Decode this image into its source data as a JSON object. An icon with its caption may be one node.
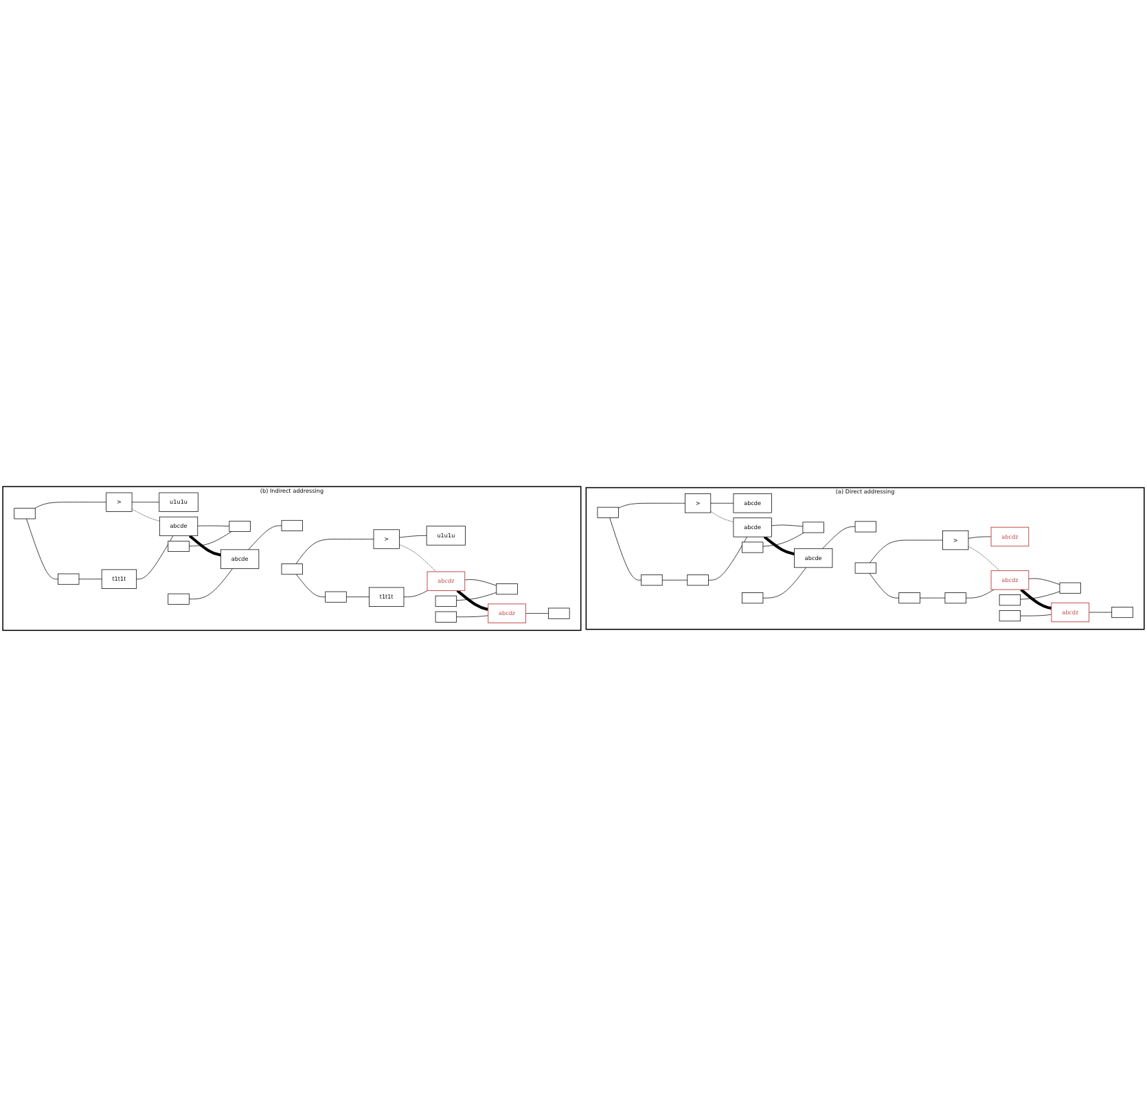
{
  "diagram": {
    "nodes": [
      {
        "text": [
          "(a) Direct addressing"
        ]
      },
      {
        "text": [],
        "shape": "box",
        "in": 0
      },
      {
        "text": [
          ">"
        ],
        "in": 0
      },
      {
        "text": [
          "abcde"
        ],
        "in": 0
      },
      {
        "text": [],
        "shape": "box",
        "in": 0
      },
      {
        "text": [],
        "shape": "box",
        "in": 0
      },
      {
        "text": [],
        "shape": "box",
        "in": 0
      },
      {
        "text": [
          "abcde"
        ],
        "in": 0
      },
      {
        "text": [],
        "shape": "box",
        "in": 0
      },
      {
        "text": [],
        "shape": "box",
        "in": 0
      },
      {
        "text": [
          "abcde"
        ],
        "in": 0
      },
      {
        "text": [],
        "shape": "box",
        "in": 0
      },
      {
        "text": [],
        "shape": "box",
        "in": 0
      },
      {
        "text": [
          ">"
        ],
        "in": 0
      },
      {
        "text": [
          "abcdz"
        ],
        "in": 0
      },
      {
        "text": [],
        "shape": "box",
        "in": 0
      },
      {
        "text": [],
        "shape": "box",
        "in": 0
      },
      {
        "text": [],
        "shape": "box",
        "in": 0
      },
      {
        "text": [
          "abcdz"
        ],
        "in": 0
      },
      {
        "text": [],
        "shape": "box",
        "in": 0
      },
      {
        "text": [],
        "shape": "box",
        "in": 0
      },
      {
        "text": [
          "abcdz"
        ],
        "in": 0
      },
      {
        "text": [],
        "shape": "box",
        "in": 0
      },
      {
        "text": [
          "(b) Indirect addressing"
        ]
      },
      {
        "text": [],
        "shape": "box",
        "in": 23
      },
      {
        "text": [
          ">"
        ],
        "in": 23
      },
      {
        "text": [
          "u1u1u"
        ],
        "in": 23
      },
      {
        "text": [],
        "shape": "box",
        "in": 23
      },
      {
        "text": [],
        "shape": "box",
        "in": 23
      },
      {
        "text": [
          "t1t1t"
        ],
        "in": 23
      },
      {
        "text": [
          "abcde"
        ],
        "in": 23
      },
      {
        "text": [],
        "shape": "box",
        "in": 23
      },
      {
        "text": [],
        "shape": "box",
        "in": 23
      },
      {
        "text": [
          "abcde"
        ],
        "in": 23
      },
      {
        "text": [],
        "shape": "box",
        "in": 23
      },
      {
        "text": [],
        "shape": "box",
        "in": 23
      },
      {
        "text": [
          ">"
        ],
        "in": 23
      },
      {
        "text": [
          "u1u1u"
        ],
        "in": 23
      },
      {
        "text": [],
        "shape": "box",
        "in": 23
      },
      {
        "text": [],
        "shape": "box",
        "in": 23
      },
      {
        "text": [
          "t1t1t"
        ],
        "in": 23
      },
      {
        "text": [
          "abcdz"
        ],
        "in": 23
      },
      {
        "text": [],
        "shape": "box",
        "in": 23
      },
      {
        "text": [],
        "shape": "box",
        "in": 23
      },
      {
        "text": [
          "abcdz"
        ],
        "in": 23
      },
      {
        "text": [],
        "shape": "box",
        "in": 23
      }
    ],
    "edges": [
      {
        "from": 1,
        "to": 2,
        "arrow": "none"
      },
      {
        "from": 2,
        "to": 3,
        "arrow": "none"
      },
      {
        "from": 1,
        "to": 4,
        "arrow": "none"
      },
      {
        "from": 4,
        "to": 6,
        "arrow": "none"
      },
      {
        "from": 2,
        "to": 7,
        "arrow": "none",
        "style": "dashed"
      },
      {
        "from": 6,
        "to": 7,
        "arrow": "none"
      },
      {
        "from": 7,
        "to": 8,
        "arrow": "none"
      },
      {
        "from": 5,
        "to": 8,
        "arrow": "none"
      },
      {
        "from": 7,
        "to": 10,
        "arrow": "none",
        "style": "thick"
      },
      {
        "from": 9,
        "to": 10,
        "arrow": "none"
      },
      {
        "from": 10,
        "to": 11,
        "arrow": "none"
      },
      {
        "from": 12,
        "to": 13,
        "arrow": "none"
      },
      {
        "from": 13,
        "to": 14,
        "arrow": "none"
      },
      {
        "from": 12,
        "to": 15,
        "arrow": "none"
      },
      {
        "from": 15,
        "to": 17,
        "arrow": "none"
      },
      {
        "from": 13,
        "to": 18,
        "arrow": "none",
        "style": "dashed"
      },
      {
        "from": 17,
        "to": 18,
        "arrow": "none"
      },
      {
        "from": 18,
        "to": 19,
        "arrow": "none"
      },
      {
        "from": 16,
        "to": 19,
        "arrow": "none"
      },
      {
        "from": 18,
        "to": 21,
        "arrow": "none",
        "style": "thick"
      },
      {
        "from": 20,
        "to": 21,
        "arrow": "none"
      },
      {
        "from": 21,
        "to": 22,
        "arrow": "none"
      },
      {
        "from": 24,
        "to": 25,
        "arrow": "none"
      },
      {
        "from": 25,
        "to": 26,
        "arrow": "none"
      },
      {
        "from": 24,
        "to": 27,
        "arrow": "none"
      },
      {
        "from": 27,
        "to": 29,
        "arrow": "none"
      },
      {
        "from": 25,
        "to": 30,
        "arrow": "none",
        "style": "dashed"
      },
      {
        "from": 29,
        "to": 30,
        "arrow": "none"
      },
      {
        "from": 30,
        "to": 31,
        "arrow": "none"
      },
      {
        "from": 28,
        "to": 31,
        "arrow": "none"
      },
      {
        "from": 30,
        "to": 33,
        "arrow": "none",
        "style": "thick"
      },
      {
        "from": 32,
        "to": 33,
        "arrow": "none"
      },
      {
        "from": 33,
        "to": 34,
        "arrow": "none"
      },
      {
        "from": 35,
        "to": 36,
        "arrow": "none"
      },
      {
        "from": 36,
        "to": 37,
        "arrow": "none"
      },
      {
        "from": 35,
        "to": 38,
        "arrow": "none"
      },
      {
        "from": 38,
        "to": 40,
        "arrow": "none"
      },
      {
        "from": 36,
        "to": 41,
        "arrow": "none",
        "style": "dashed"
      },
      {
        "from": 40,
        "to": 41,
        "arrow": "none"
      },
      {
        "from": 41,
        "to": 42,
        "arrow": "none"
      },
      {
        "from": 39,
        "to": 42,
        "arrow": "none"
      },
      {
        "from": 41,
        "to": 44,
        "arrow": "none",
        "style": "thick"
      },
      {
        "from": 43,
        "to": 44,
        "arrow": "none"
      },
      {
        "from": 44,
        "to": 45,
        "arrow": "none"
      }
    ]
  }
}
